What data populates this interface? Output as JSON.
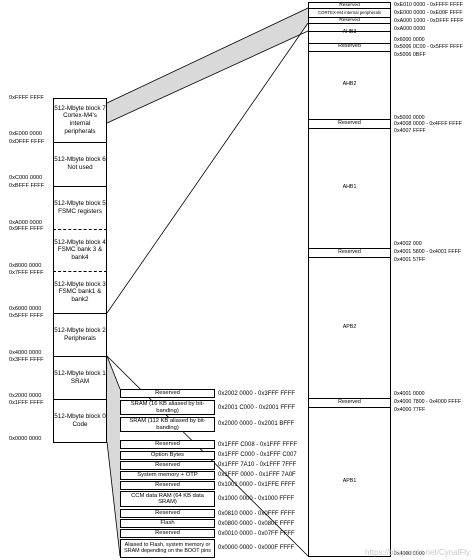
{
  "left_map": {
    "blocks": [
      {
        "id": "b7",
        "text": "512-Mbyte block 7 Cortex-M4's internal peripherals"
      },
      {
        "id": "b6",
        "text": "512-Mbyte block 6 Not used"
      },
      {
        "id": "b5",
        "text": "512-Mbyte block 5 FSMC registers"
      },
      {
        "id": "b4",
        "text": "512-Mbyte block 4 FSMC bank 3 & bank4"
      },
      {
        "id": "b3",
        "text": "512-Mbyte block 3 FSMC bank1 & bank2"
      },
      {
        "id": "b2",
        "text": "512-Mbyte block 2 Peripherals"
      },
      {
        "id": "b1",
        "text": "512-Mbyte block 1 SRAM"
      },
      {
        "id": "b0",
        "text": "512-Mbyte block 0 Code"
      }
    ],
    "addresses": [
      "0xFFFF FFFF",
      "0xE000 0000",
      "0xDFFF FFFF",
      "0xC000 0000",
      "0xBFFF FFFF",
      "0xA000 0000",
      "0x9FFF FFFF",
      "0x8000 0000",
      "0x7FFF FFFF",
      "0x6000 0000",
      "0x5FFF FFFF",
      "0x4000 0000",
      "0x3FFF FFFF",
      "0x2000 0000",
      "0x1FFF FFFF",
      "0x0000 0000"
    ]
  },
  "right_map": {
    "regions": [
      "Reserved",
      "CORTEX-M4 internal peripherals",
      "Reserved",
      "AHB3",
      "Reserved",
      "AHB2",
      "Reserved",
      "AHB1",
      "Reserved",
      "APB2",
      "Reserved",
      "APB1"
    ],
    "addresses": [
      "0xE010 0000 - 0xFFFF FFFF",
      "0xE000 0000 - 0xE00F FFFF",
      "0xA000 1000 - 0xDFFF FFFF",
      "0xA000 0000",
      "0x6000 0000",
      "0x5006 0C00 - 0x5FFF FFFF",
      "0x5006 0BFF",
      "0x5000 0000",
      "0x4008 0000 - 0x4FFF FFFF",
      "0x4007 FFFF",
      "0x4002 000",
      "0x4001 5800 - 0x4001 FFFF",
      "0x4001 57FF",
      "0x4001 0000",
      "0x4000 7800 - 0x4000 FFFF",
      "0x4000 77FF",
      "0x4000 0000"
    ]
  },
  "bottom_map": {
    "rows": [
      {
        "label": "Reserved",
        "addr": "0x2002 0000 - 0x3FFF FFFF"
      },
      {
        "label": "SRAM (16 KB aliased by bit-banding)",
        "addr": "0x2001 C000 - 0x2001 FFFF"
      },
      {
        "label": "SRAM (112 KB aliased by bit-banding)",
        "addr": "0x2000 0000 - 0x2001 BFFF"
      },
      {
        "label": "Reserved",
        "addr": "0x1FFF C008 - 0x1FFF FFFF"
      },
      {
        "label": "Option Bytes",
        "addr": "0x1FFF C000 - 0x1FFF C007"
      },
      {
        "label": "Reserved",
        "addr": "0x1FFF 7A10 - 0x1FFF 7FFF"
      },
      {
        "label": "System memory + OTP",
        "addr": "0x1FFF 0000 - 0x1FFF 7A0F"
      },
      {
        "label": "Reserved",
        "addr": "0x1001 0000 - 0x1FFE FFFF"
      },
      {
        "label": "CCM data RAM (64 KB data SRAM)",
        "addr": "0x1000 0000 - 0x1000 FFFF"
      },
      {
        "label": "Reserved",
        "addr": "0x0810 0000 - 0x0FFF FFFF"
      },
      {
        "label": "Flash",
        "addr": "0x0800 0000 - 0x080F FFFF"
      },
      {
        "label": "Reserved",
        "addr": "0x0010 0000 - 0x07FF FFFF"
      },
      {
        "label": "Aliased to Flash, system memory or SRAM depending on the BOOT pins",
        "addr": "0x0000 0000 - 0x000F FFFF"
      }
    ]
  },
  "watermark": "https://blog.csdn.net/CynalFly",
  "colors": {
    "zoom_fill": "#d9d9d9",
    "line": "#000000"
  }
}
